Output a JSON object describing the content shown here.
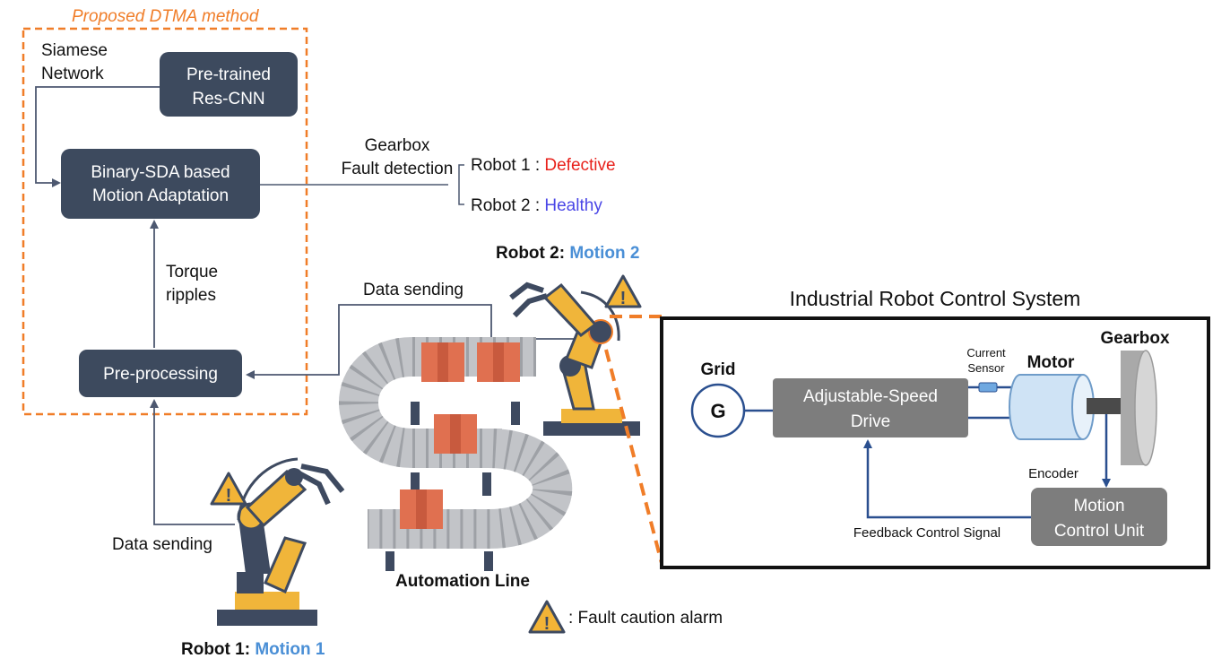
{
  "dtma": {
    "title": "Proposed DTMA method",
    "siamese_label_line1": "Siamese",
    "siamese_label_line2": "Network",
    "pretrained_line1": "Pre-trained",
    "pretrained_line2": "Res-CNN",
    "binary_line1": "Binary-SDA based",
    "binary_line2": "Motion Adaptation",
    "torque_line1": "Torque",
    "torque_line2": "ripples",
    "preprocessing": "Pre-processing"
  },
  "detection": {
    "label_line1": "Gearbox",
    "label_line2": "Fault detection",
    "robot1_prefix": "Robot 1 : ",
    "robot1_status": "Defective",
    "robot2_prefix": "Robot 2 : ",
    "robot2_status": "Healthy"
  },
  "robots": {
    "robot1_prefix": "Robot 1: ",
    "robot1_motion": "Motion 1",
    "robot2_prefix": "Robot 2: ",
    "robot2_motion": "Motion 2"
  },
  "data_sending_top": "Data sending",
  "data_sending_bottom": "Data sending",
  "automation_line": "Automation Line",
  "legend": {
    "alarm": ": Fault caution alarm"
  },
  "control": {
    "title": "Industrial Robot Control System",
    "grid_label": "Grid",
    "grid_symbol": "G",
    "drive_line1": "Adjustable-Speed",
    "drive_line2": "Drive",
    "current_line1": "Current",
    "current_line2": "Sensor",
    "motor": "Motor",
    "gearbox": "Gearbox",
    "encoder": "Encoder",
    "mcu_line1": "Motion",
    "mcu_line2": "Control Unit",
    "feedback": "Feedback Control Signal"
  },
  "colors": {
    "box_navy": "#3d4a5e",
    "orange": "#f07d28",
    "defective": "#e8211b",
    "healthy": "#4a46e6",
    "motion": "#4a8fd6",
    "gray_block": "#7d7d7d",
    "line": "#4d5870"
  }
}
